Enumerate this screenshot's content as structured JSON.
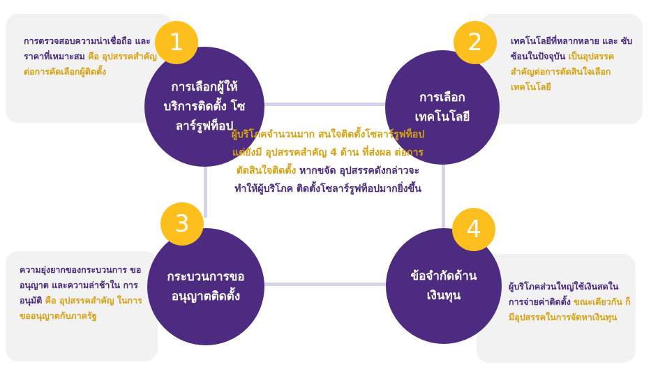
{
  "center": {
    "gold": "ผู้บริโภคจำนวนมาก สนใจติดตั้งโซลาร์รูฟท็อป แต่ยังมี อุปสรรคสำคัญ 4 ด้าน ที่ส่งผล ต่อการตัดสินใจติดตั้ง",
    "purple": "หากขจัด อุปสรรคดังกล่าวจะทำให้ผู้บริโภค ติดตั้งโซลาร์รูฟท็อปมากยิ่งขึ้น"
  },
  "items": [
    {
      "number": "1",
      "circle_title": "การเลือกผู้ให้ บริการติดตั้ง โซลาร์รูฟท็อป",
      "desc_main": "การตรวจสอบความน่าเชื่อถือ และราคาที่เหมาะสม",
      "desc_highlight": "คือ อุปสรรคสำคัญต่อการคัดเลือกผู้ติดตั้ง"
    },
    {
      "number": "2",
      "circle_title": "การเลือก เทคโนโลยี",
      "desc_main": "เทคโนโลยีที่หลากหลาย และ ซับซ้อนในปัจจุบัน",
      "desc_highlight": "เป็นอุปสรรค สำคัญต่อการตัดสินใจเลือก เทคโนโลยี"
    },
    {
      "number": "3",
      "circle_title": "กระบวนการขอ อนุญาตติดตั้ง",
      "desc_main": "ความยุ่งยากของกระบวนการ ขออนุญาต และความล่าช้าใน การอนุมัติ",
      "desc_highlight": "คือ อุปสรรคสำคัญ ในการขออนุญาตกับภาครัฐ"
    },
    {
      "number": "4",
      "circle_title": "ข้อจำกัดด้าน เงินทุน",
      "desc_main": "ผู้บริโภคส่วนใหญ่ใช้เงินสดใน การจ่ายค่าติดตั้ง",
      "desc_highlight": "ขณะเดียวกัน ก็มีอุปสรรคในการจัดหาเงินทุน"
    }
  ]
}
